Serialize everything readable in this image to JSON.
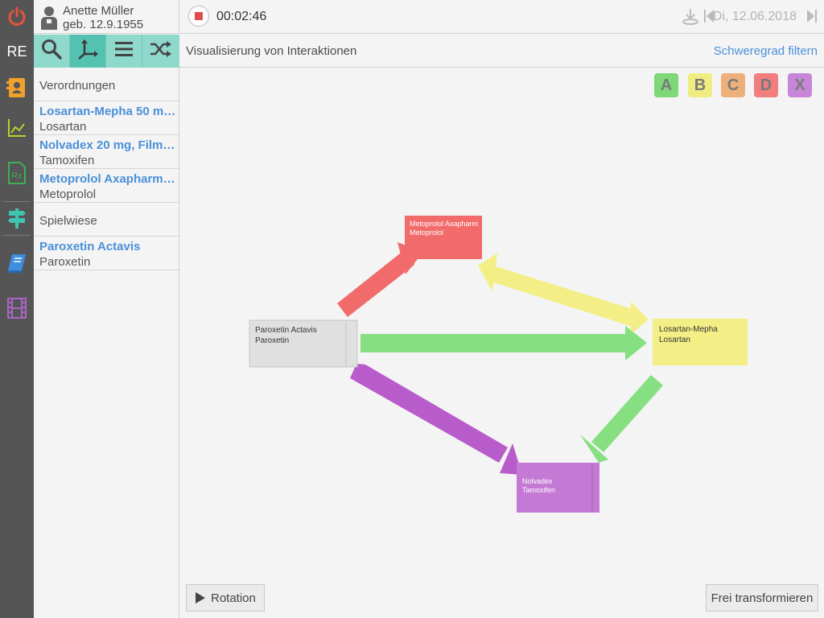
{
  "patient": {
    "name": "Anette Müller",
    "dob": "geb. 12.9.1955"
  },
  "rail": {
    "re_label": "RE"
  },
  "topbar": {
    "timer": "00:02:46",
    "date": "Di, 12.06.2018"
  },
  "subheader": {
    "title": "Visualisierung von Interaktionen",
    "filter_link": "Schweregrad filtern"
  },
  "sidebar": {
    "section1": "Verordnungen",
    "items1": [
      {
        "name": "Losartan-Mepha 50 mg, ...",
        "substance": "Losartan"
      },
      {
        "name": "Nolvadex 20 mg, Filmta...",
        "substance": "Tamoxifen"
      },
      {
        "name": "Metoprolol Axapharm r...",
        "substance": "Metoprolol"
      }
    ],
    "section2": "Spielwiese",
    "items2": [
      {
        "name": "Paroxetin Actavis",
        "substance": "Paroxetin"
      }
    ]
  },
  "severity": [
    {
      "label": "A",
      "color": "#7ed87a"
    },
    {
      "label": "B",
      "color": "#f0ec82"
    },
    {
      "label": "C",
      "color": "#eeb07a"
    },
    {
      "label": "D",
      "color": "#f27d7d"
    },
    {
      "label": "X",
      "color": "#c886d8"
    }
  ],
  "graph": {
    "nodes": {
      "metoprolol": {
        "line1": "Metoprolol Axapharm",
        "line2": "Metoprolol",
        "color": "#f26b6b"
      },
      "paroxetin": {
        "line1": "Paroxetin Actavis",
        "line2": "Paroxetin",
        "color": "#e0e0e0"
      },
      "losartan": {
        "line1": "Losartan-Mepha",
        "line2": "Losartan",
        "color": "#f3ef86"
      },
      "nolvadex": {
        "line1": "Nolvadex",
        "line2": "Tamoxifen",
        "color": "#c47ad4"
      }
    },
    "edge_colors": {
      "red": "#f26b6b",
      "yellow": "#f3ef86",
      "green": "#86df80",
      "purple": "#b85ccb"
    }
  },
  "buttons": {
    "rotation": "Rotation",
    "transform": "Frei transformieren"
  }
}
